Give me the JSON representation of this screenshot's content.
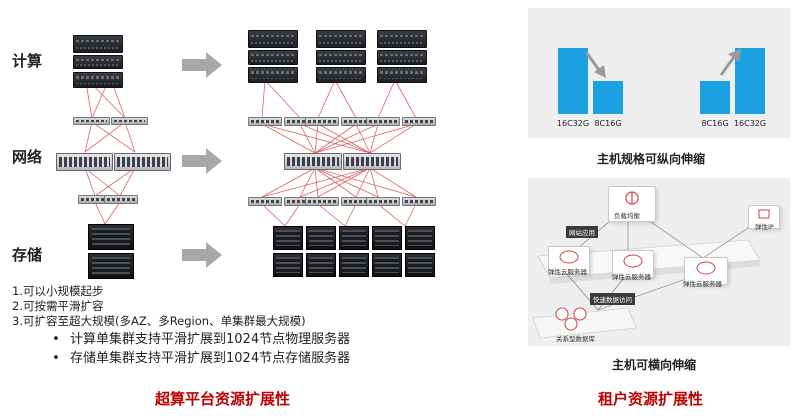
{
  "left": {
    "row_labels": {
      "compute": "计算",
      "network": "网络",
      "storage": "存储"
    },
    "notes": [
      "1.可以小规模起步",
      "2.可按需平滑扩容",
      "3.可扩容至超大规模(多AZ、多Region、单集群最大规模)"
    ],
    "bullets": [
      "计算单集群支持平滑扩展到1024节点物理服务器",
      "存储单集群支持平滑扩展到1024节点存储服务器"
    ],
    "caption": "超算平台资源扩展性"
  },
  "right": {
    "vertical": {
      "bars": [
        {
          "label": "16C32G",
          "level": 1.0
        },
        {
          "label": "8C16G",
          "level": 0.5
        },
        {
          "label": "8C16G",
          "level": 0.5
        },
        {
          "label": "16C32G",
          "level": 1.0
        }
      ],
      "caption": "主机规格可纵向伸缩"
    },
    "horizontal": {
      "labels": {
        "lb": "负载均衡",
        "elastic_ip": "弹性IP",
        "web_app": "网站应用",
        "ecs_1": "弹性云服务器",
        "ecs_2": "弹性云服务器",
        "ecs_3": "弹性云服务器",
        "fast_access": "快速数据访问",
        "rdb": "关系型数据库"
      },
      "caption": "主机可横向伸缩"
    },
    "caption": "租户资源扩展性"
  },
  "colors": {
    "accent_red": "#c00000",
    "bar_blue": "#1ba1e2",
    "line_red": "#e06060"
  }
}
